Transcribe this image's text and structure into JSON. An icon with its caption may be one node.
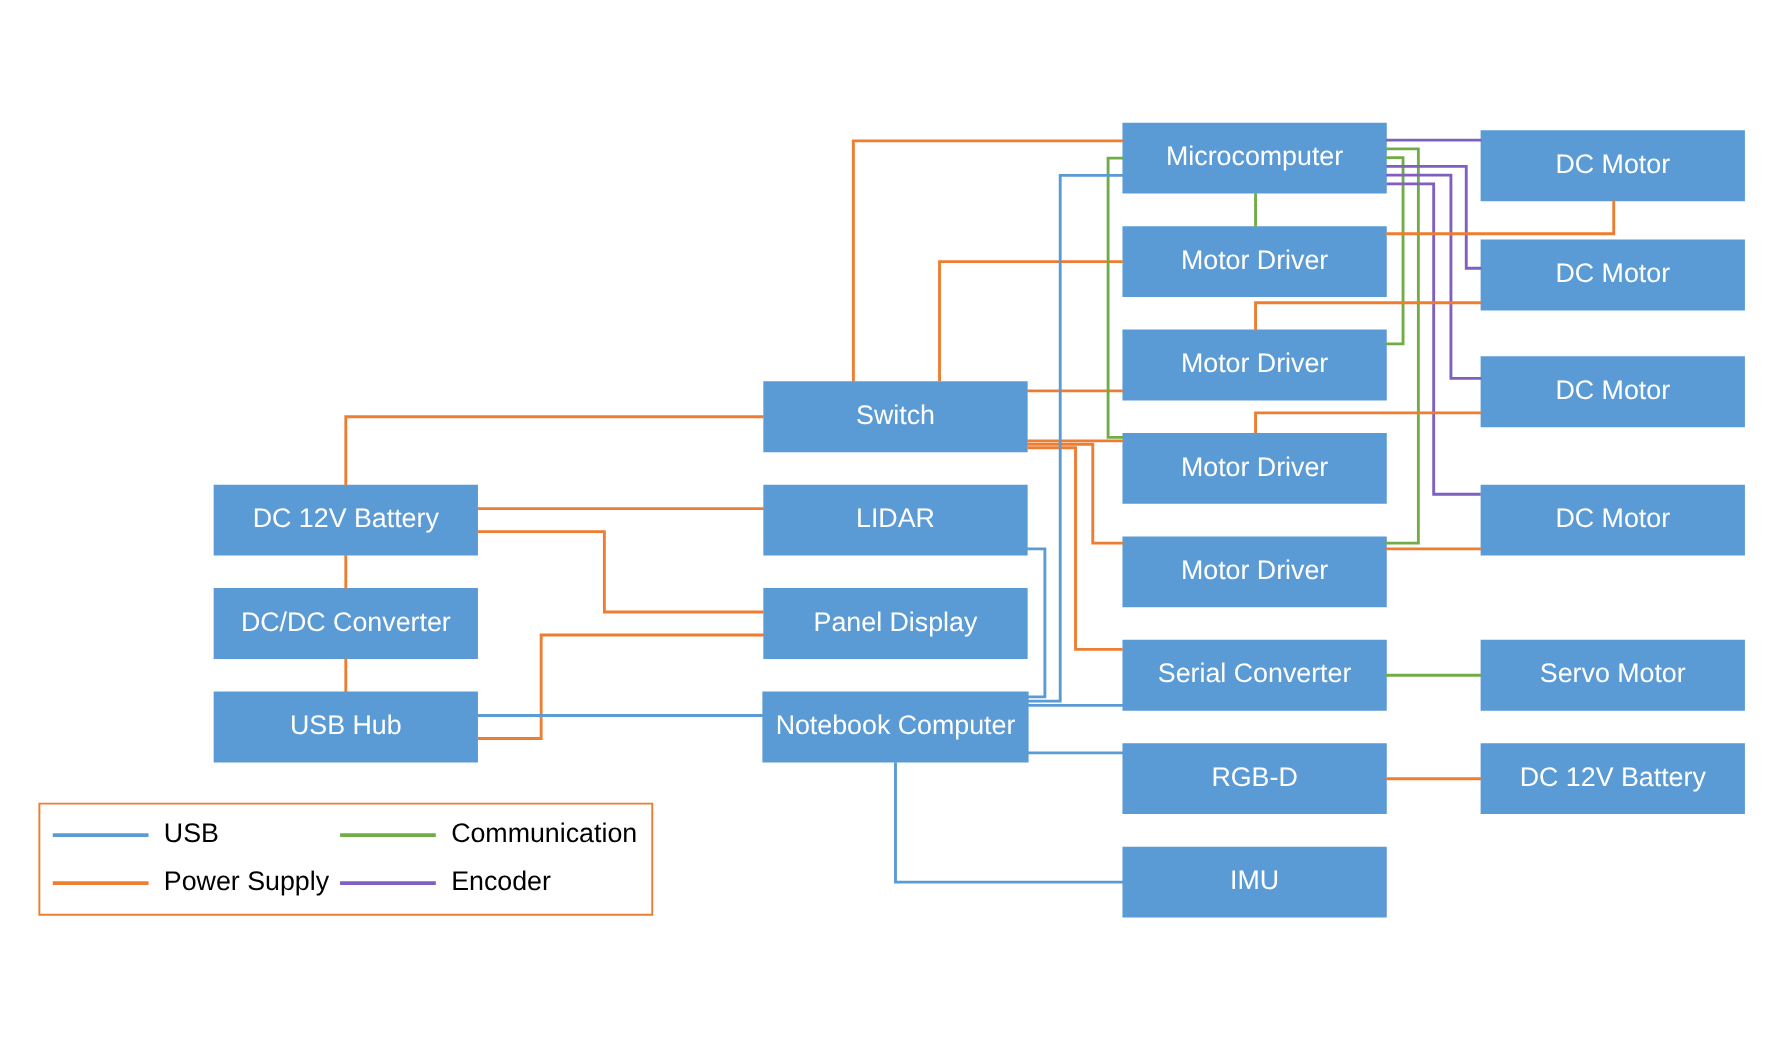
{
  "diagram": {
    "nodes": [
      {
        "text": [
          "DC 12V Battery"
        ]
      },
      {
        "text": [
          "Switch"
        ]
      },
      {
        "text": [
          "Microcomputer"
        ]
      },
      {
        "text": [
          "LIDAR"
        ]
      },
      {
        "text": [
          "Motor Driver"
        ]
      },
      {
        "text": [
          "DC Motor"
        ]
      },
      {
        "text": [
          "Motor Driver"
        ]
      },
      {
        "text": [
          "DC Motor"
        ]
      },
      {
        "text": [
          "Motor Driver"
        ]
      },
      {
        "text": [
          "DC Motor"
        ]
      },
      {
        "text": [
          "Motor Driver"
        ]
      },
      {
        "text": [
          "DC Motor"
        ]
      },
      {
        "text": [
          "DC/DC Converter"
        ]
      },
      {
        "text": [
          "Panel Display"
        ]
      },
      {
        "text": [
          "Serial Converter"
        ]
      },
      {
        "text": [
          "Servo Motor"
        ]
      },
      {
        "text": [
          "USB Hub"
        ]
      },
      {
        "text": [
          "Notebook Computer"
        ]
      },
      {
        "text": [
          "RGB-D"
        ]
      },
      {
        "text": [
          "DC 12V Battery"
        ]
      },
      {
        "text": [
          "IMU"
        ]
      }
    ],
    "edges": [
      {
        "from": 0,
        "to": 1,
        "arrow": "none"
      },
      {
        "from": 0,
        "to": 3,
        "arrow": "none"
      },
      {
        "from": 0,
        "to": 12,
        "arrow": "none"
      },
      {
        "from": 0,
        "to": 13,
        "arrow": "none"
      },
      {
        "from": 12,
        "to": 16,
        "arrow": "none"
      },
      {
        "from": 13,
        "to": 16,
        "arrow": "none"
      },
      {
        "from": 1,
        "to": 2,
        "arrow": "none"
      },
      {
        "from": 1,
        "to": 4,
        "arrow": "none"
      },
      {
        "from": 1,
        "to": 6,
        "arrow": "none"
      },
      {
        "from": 1,
        "to": 8,
        "arrow": "none"
      },
      {
        "from": 1,
        "to": 10,
        "arrow": "none"
      },
      {
        "from": 1,
        "to": 14,
        "arrow": "none"
      },
      {
        "from": 2,
        "to": 4,
        "arrow": "none",
        "color": "#70ad47"
      },
      {
        "from": 2,
        "to": 6,
        "arrow": "none",
        "color": "#70ad47"
      },
      {
        "from": 2,
        "to": 8,
        "arrow": "none",
        "color": "#70ad47"
      },
      {
        "from": 2,
        "to": 10,
        "arrow": "none",
        "color": "#70ad47"
      },
      {
        "from": 4,
        "to": 5,
        "arrow": "none"
      },
      {
        "from": 6,
        "to": 7,
        "arrow": "none"
      },
      {
        "from": 8,
        "to": 9,
        "arrow": "none"
      },
      {
        "from": 10,
        "to": 11,
        "arrow": "none"
      },
      {
        "from": 5,
        "to": 2,
        "arrow": "none",
        "color": "#7f5fbf"
      },
      {
        "from": 7,
        "to": 2,
        "arrow": "none",
        "color": "#7f5fbf"
      },
      {
        "from": 9,
        "to": 2,
        "arrow": "none",
        "color": "#7f5fbf"
      },
      {
        "from": 11,
        "to": 2,
        "arrow": "none",
        "color": "#7f5fbf"
      },
      {
        "from": 14,
        "to": 15,
        "arrow": "none",
        "color": "#70ad47"
      },
      {
        "from": 3,
        "to": 17,
        "arrow": "none",
        "color": "#5b9bd5"
      },
      {
        "from": 16,
        "to": 17,
        "arrow": "none",
        "color": "#5b9bd5"
      },
      {
        "from": 17,
        "to": 2,
        "arrow": "none",
        "color": "#5b9bd5"
      },
      {
        "from": 17,
        "to": 14,
        "arrow": "none",
        "color": "#5b9bd5"
      },
      {
        "from": 17,
        "to": 18,
        "arrow": "none",
        "color": "#5b9bd5"
      },
      {
        "from": 17,
        "to": 20,
        "arrow": "none",
        "color": "#5b9bd5"
      },
      {
        "from": 18,
        "to": 19,
        "arrow": "none"
      }
    ],
    "legend": [
      {
        "text": "USB"
      },
      {
        "text": "Communication"
      },
      {
        "text": "Power Supply"
      },
      {
        "text": "Encoder"
      }
    ]
  }
}
